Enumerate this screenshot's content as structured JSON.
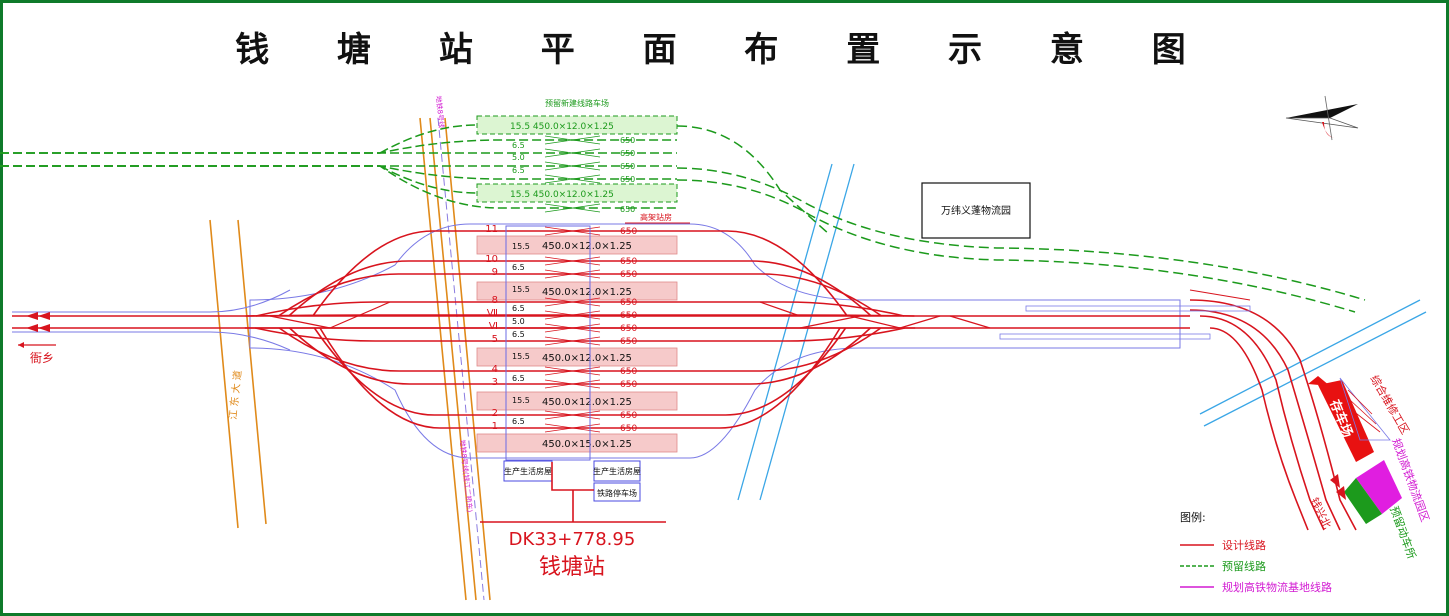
{
  "title": "钱 塘 站 平 面 布 置 示 意 图",
  "station": {
    "mileage": "DK33+778.95",
    "name": "钱塘站"
  },
  "colors": {
    "design": "#d8141e",
    "reserved": "#1c9a1c",
    "planned": "#d21ad2",
    "frame": "#0f7a2a"
  },
  "reserved_yard": {
    "title": "预留新建线路车场",
    "platform_label_1": "15.5   450.0×12.0×1.25",
    "platform_label_2": "15.5   450.0×12.0×1.25",
    "spacings": [
      "6.5",
      "5.0",
      "6.5"
    ],
    "lengths": [
      "650",
      "650",
      "650",
      "650",
      "650"
    ]
  },
  "station_yard": {
    "elevated_label": "高架站房",
    "track_numbers": [
      "11",
      "10",
      "9",
      "8",
      "Ⅶ",
      "Ⅵ",
      "5",
      "4",
      "3",
      "2",
      "1"
    ],
    "spacings": [
      "15.5",
      "6.5",
      "15.5",
      "6.5",
      "5.0",
      "6.5",
      "15.5",
      "6.5",
      "15.5",
      "6.5"
    ],
    "platforms": [
      "450.0×12.0×1.25",
      "450.0×12.0×1.25",
      "450.0×12.0×1.25",
      "450.0×12.0×1.25",
      "450.0×15.0×1.25"
    ],
    "lengths": [
      "650",
      "650",
      "650",
      "650",
      "650",
      "650",
      "650",
      "650",
      "650",
      "650",
      "650"
    ]
  },
  "buildings": {
    "left": "生产生活房屋",
    "right": "生产生活房屋",
    "parking": "铁路停车场",
    "logistics_park": "万纬义蓬物流园"
  },
  "road_labels": {
    "left_city": "衙乡",
    "avenue": "江 东 大 道",
    "metro_top": "地铁8号线",
    "metro_bottom": "地铁8号线(钱江二桥东)",
    "right_city": "钱兴北"
  },
  "right_labels": {
    "storage_yard": "存车场",
    "maintenance": "综合维修工区",
    "logistics_base": "规划高铁物流园区",
    "emu_depot": "预留动车所"
  },
  "legend": {
    "title": "图例:",
    "items": [
      {
        "label": "设计线路",
        "color": "#d8141e",
        "dash": false
      },
      {
        "label": "预留线路",
        "color": "#1c9a1c",
        "dash": true
      },
      {
        "label": "规划高铁物流基地线路",
        "color": "#d21ad2",
        "dash": false
      }
    ]
  }
}
